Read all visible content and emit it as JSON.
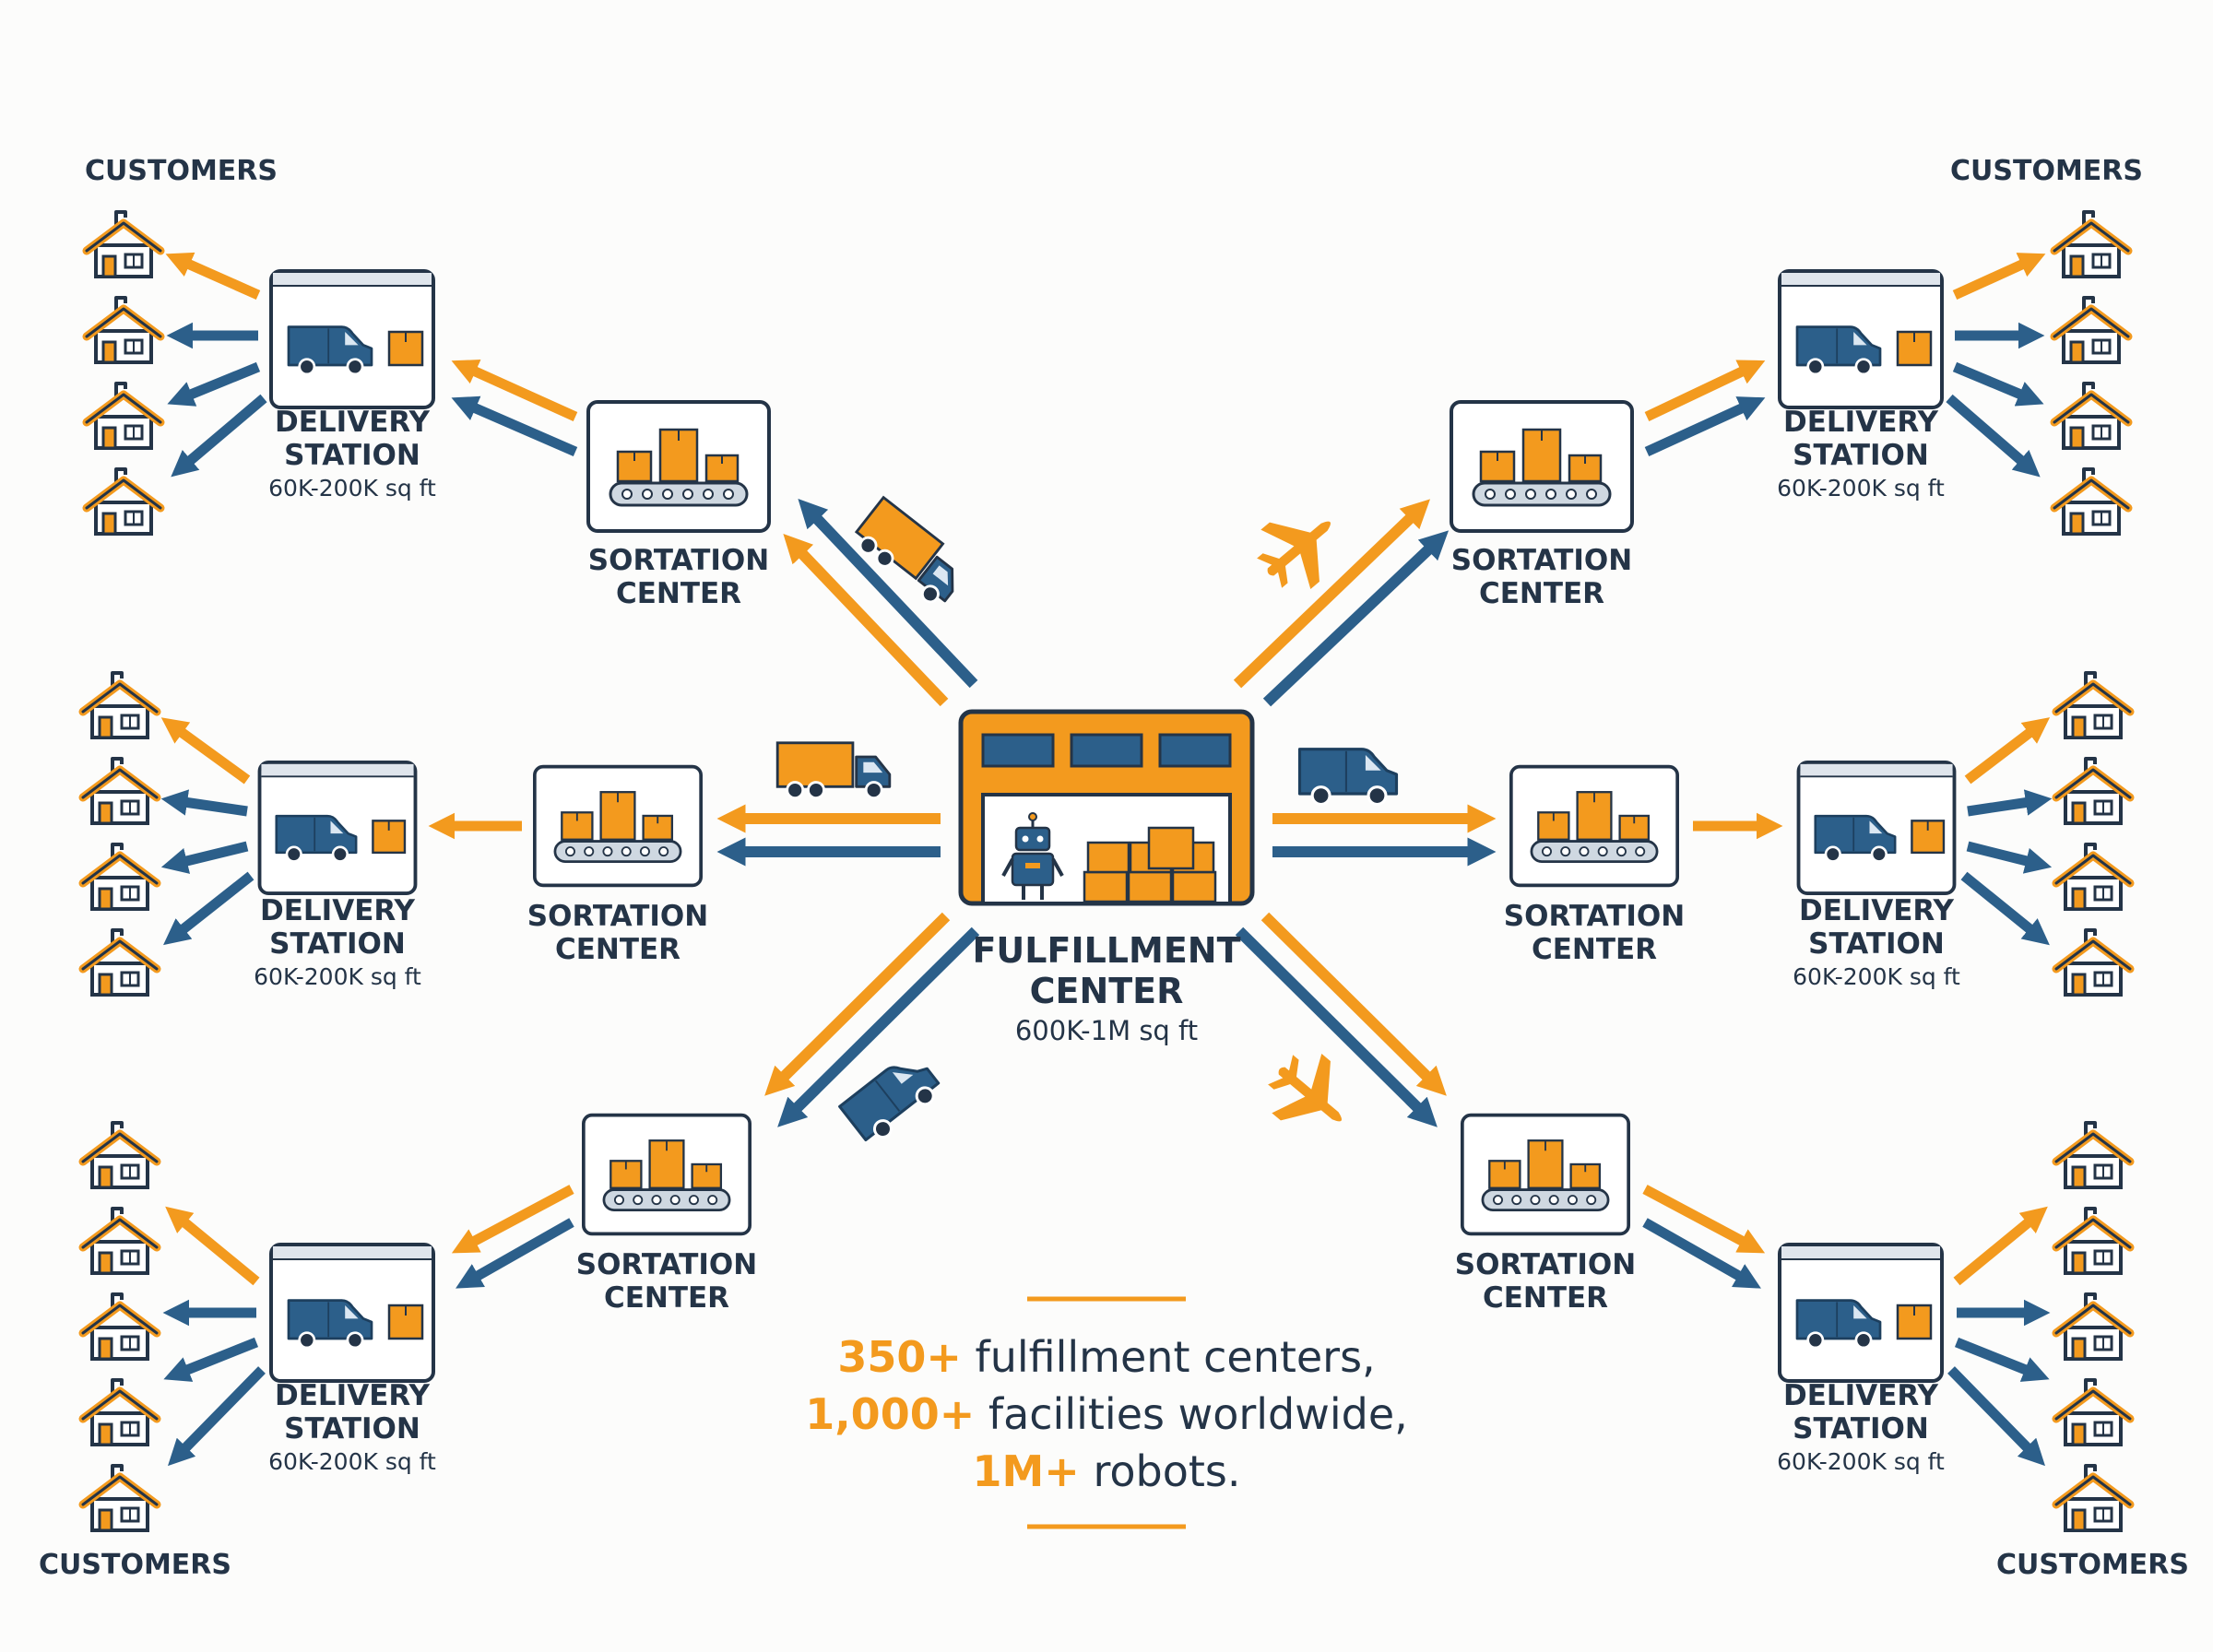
{
  "colors": {
    "orange": "#F39A1E",
    "blue": "#2C5F8A",
    "navy": "#243447",
    "box_fill": "#FFFFFF"
  },
  "fulfillment_center": {
    "label_line1": "FULFILLMENT",
    "label_line2": "CENTER",
    "size": "600K-1M sq ft",
    "icons": [
      "warehouse-icon",
      "robot-icon",
      "package-stack-icon"
    ]
  },
  "sortation_center": {
    "label_line1": "SORTATION",
    "label_line2": "CENTER",
    "icon": "conveyor-packages-icon"
  },
  "delivery_station": {
    "label_line1": "DELIVERY",
    "label_line2": "STATION",
    "size": "60K-200K sq ft",
    "icon": "delivery-van-icon"
  },
  "customers_label": "CUSTOMERS",
  "transport_icons": [
    "truck-icon",
    "airplane-icon",
    "van-icon"
  ],
  "stats": {
    "line1": {
      "highlight": "350+",
      "text": " fulfillment centers,"
    },
    "line2": {
      "highlight": "1,000+",
      "text": " facilities worldwide,"
    },
    "line3": {
      "highlight": "1M+",
      "text": " robots."
    }
  }
}
